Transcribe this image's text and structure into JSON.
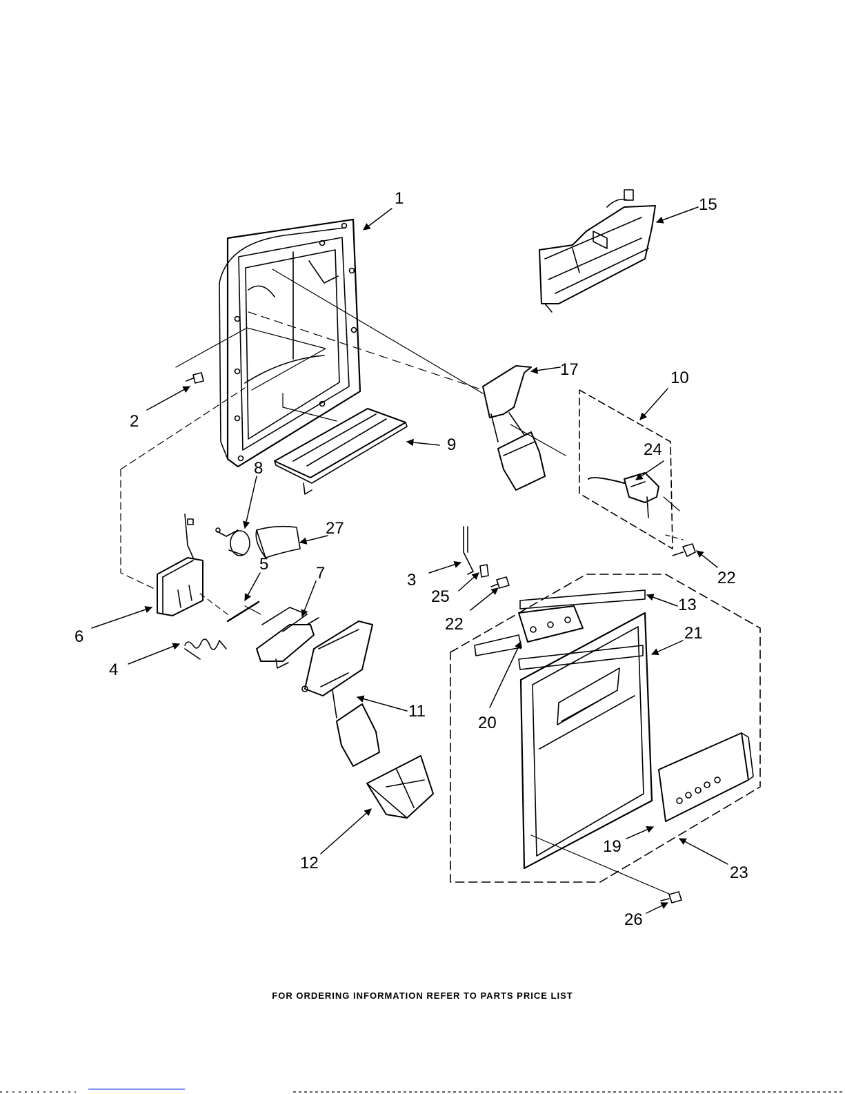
{
  "footer": {
    "ordering_note": "FOR ORDERING INFORMATION REFER TO PARTS PRICE LIST"
  },
  "callouts": {
    "c1": "1",
    "c2": "2",
    "c3": "3",
    "c4": "4",
    "c5": "5",
    "c6": "6",
    "c7": "7",
    "c8": "8",
    "c9": "9",
    "c10": "10",
    "c11": "11",
    "c12": "12",
    "c13": "13",
    "c15": "15",
    "c17": "17",
    "c19": "19",
    "c20": "20",
    "c21": "21",
    "c22a": "22",
    "c22b": "22",
    "c23": "23",
    "c24": "24",
    "c25": "25",
    "c26": "26",
    "c27": "27"
  }
}
